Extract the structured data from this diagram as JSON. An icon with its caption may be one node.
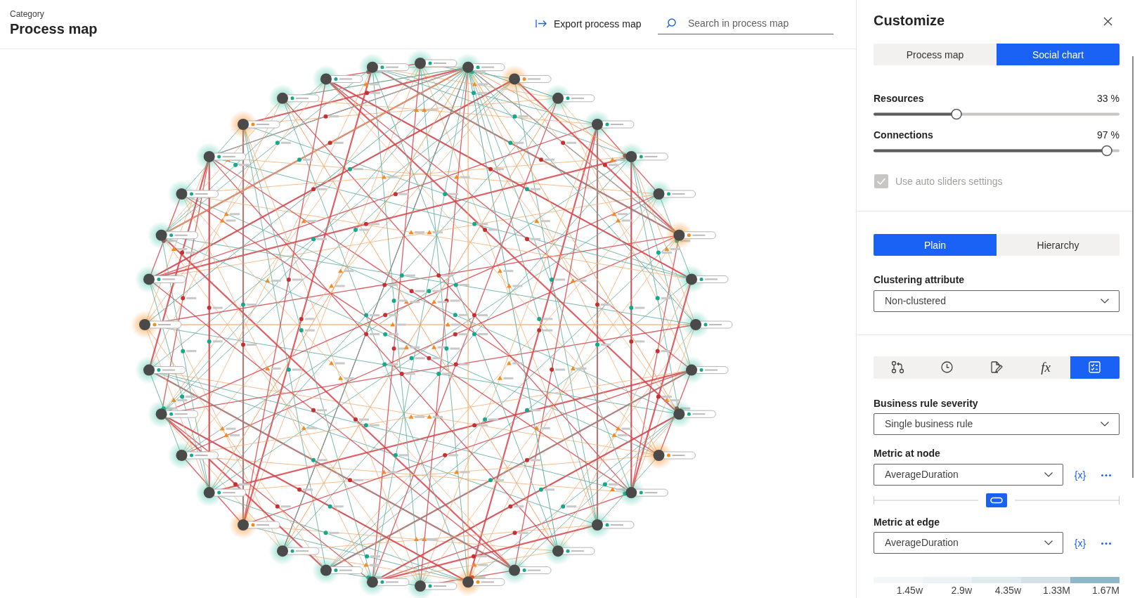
{
  "diagram": {
    "title": "Process map",
    "labels": [
      "Category",
      "Export process map",
      "Search in process map",
      "Customize",
      "Process map",
      "Social chart",
      "Resources",
      "33 %",
      "Connections",
      "97 %",
      "Use auto sliders settings",
      "Plain",
      "Hierarchy",
      "Clustering attribute",
      "Non-clustered",
      "Business rule severity",
      "Single business rule",
      "fx",
      "Metric at node",
      "AverageDuration",
      "{x}",
      "Metric at edge",
      "AverageDuration",
      "{x}"
    ],
    "legend": [
      {
        "text": "1.45w",
        "color": "#f4f7f9"
      },
      {
        "text": "2.9w",
        "color": "#ecf2f5"
      },
      {
        "text": "4.35w",
        "color": "#e0ebf0"
      },
      {
        "text": "1.33M",
        "color": "#d2e2e8"
      },
      {
        "text": "1.67M",
        "color": "#8fb7c8"
      }
    ]
  }
}
